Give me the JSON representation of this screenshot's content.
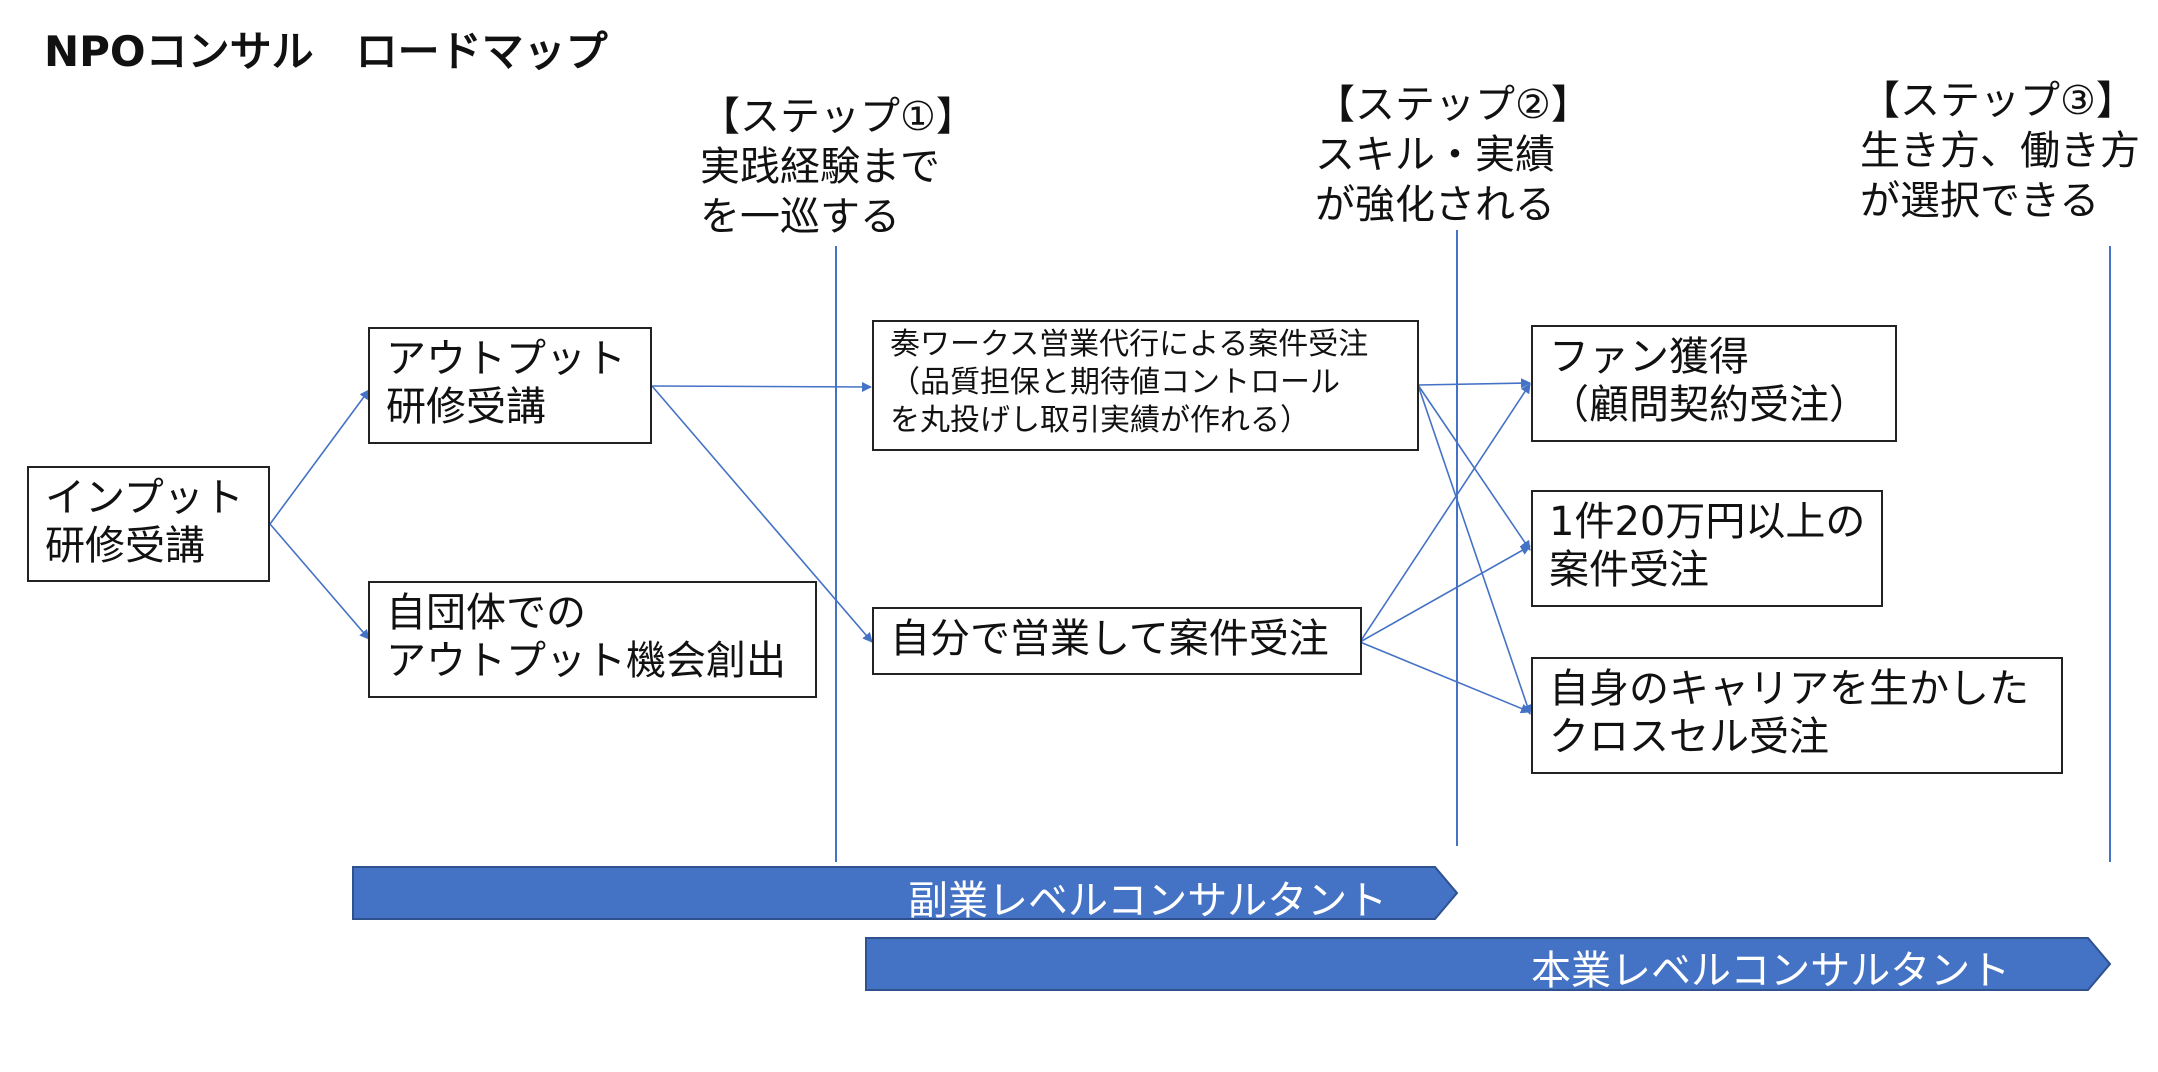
{
  "title": "NPOコンサル　ロードマップ",
  "steps": [
    {
      "heading": "【ステップ①】",
      "line1": "実践経験まで",
      "line2": "を一巡する"
    },
    {
      "heading": "【ステップ②】",
      "line1": "スキル・実績",
      "line2": "が強化される"
    },
    {
      "heading": "【ステップ③】",
      "line1": "生き方、働き方",
      "line2": "が選択できる"
    }
  ],
  "nodes": {
    "input": {
      "line1": "インプット",
      "line2": "研修受講"
    },
    "output_training": {
      "line1": "アウトプット",
      "line2": "研修受講"
    },
    "own_org": {
      "line1": "自団体での",
      "line2": "アウトプット機会創出"
    },
    "kanade": {
      "line1": "奏ワークス営業代行による案件受注",
      "line2": "（品質担保と期待値コントロール",
      "line3": "を丸投げし取引実績が作れる）"
    },
    "self_sales": {
      "line1": "自分で営業して案件受注"
    },
    "fan": {
      "line1": "ファン獲得",
      "line2": "（顧問契約受注）"
    },
    "big_deal": {
      "line1": "1件20万円以上の",
      "line2": "案件受注"
    },
    "cross_sell": {
      "line1": "自身のキャリアを生かした",
      "line2": "クロスセル受注"
    }
  },
  "bands": {
    "side_job": "副業レベルコンサルタント",
    "main_job": "本業レベルコンサルタント"
  },
  "colors": {
    "arrow": "#4472C4",
    "band_fill": "#4472C4",
    "band_stroke": "#2F528F",
    "divider": "#4472C4"
  }
}
